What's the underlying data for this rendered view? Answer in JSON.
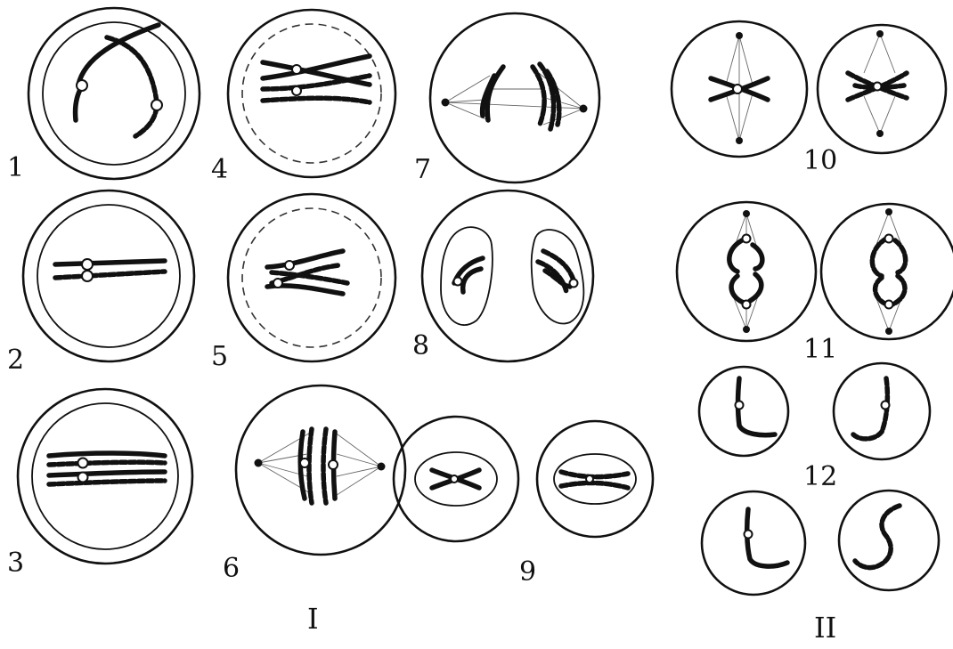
{
  "labels": {
    "n1": "1",
    "n2": "2",
    "n3": "3",
    "n4": "4",
    "n5": "5",
    "n6": "6",
    "n7": "7",
    "n8": "8",
    "n9": "9",
    "n10": "10",
    "n11": "11",
    "n12": "12",
    "group1": "I",
    "group2": "II"
  }
}
